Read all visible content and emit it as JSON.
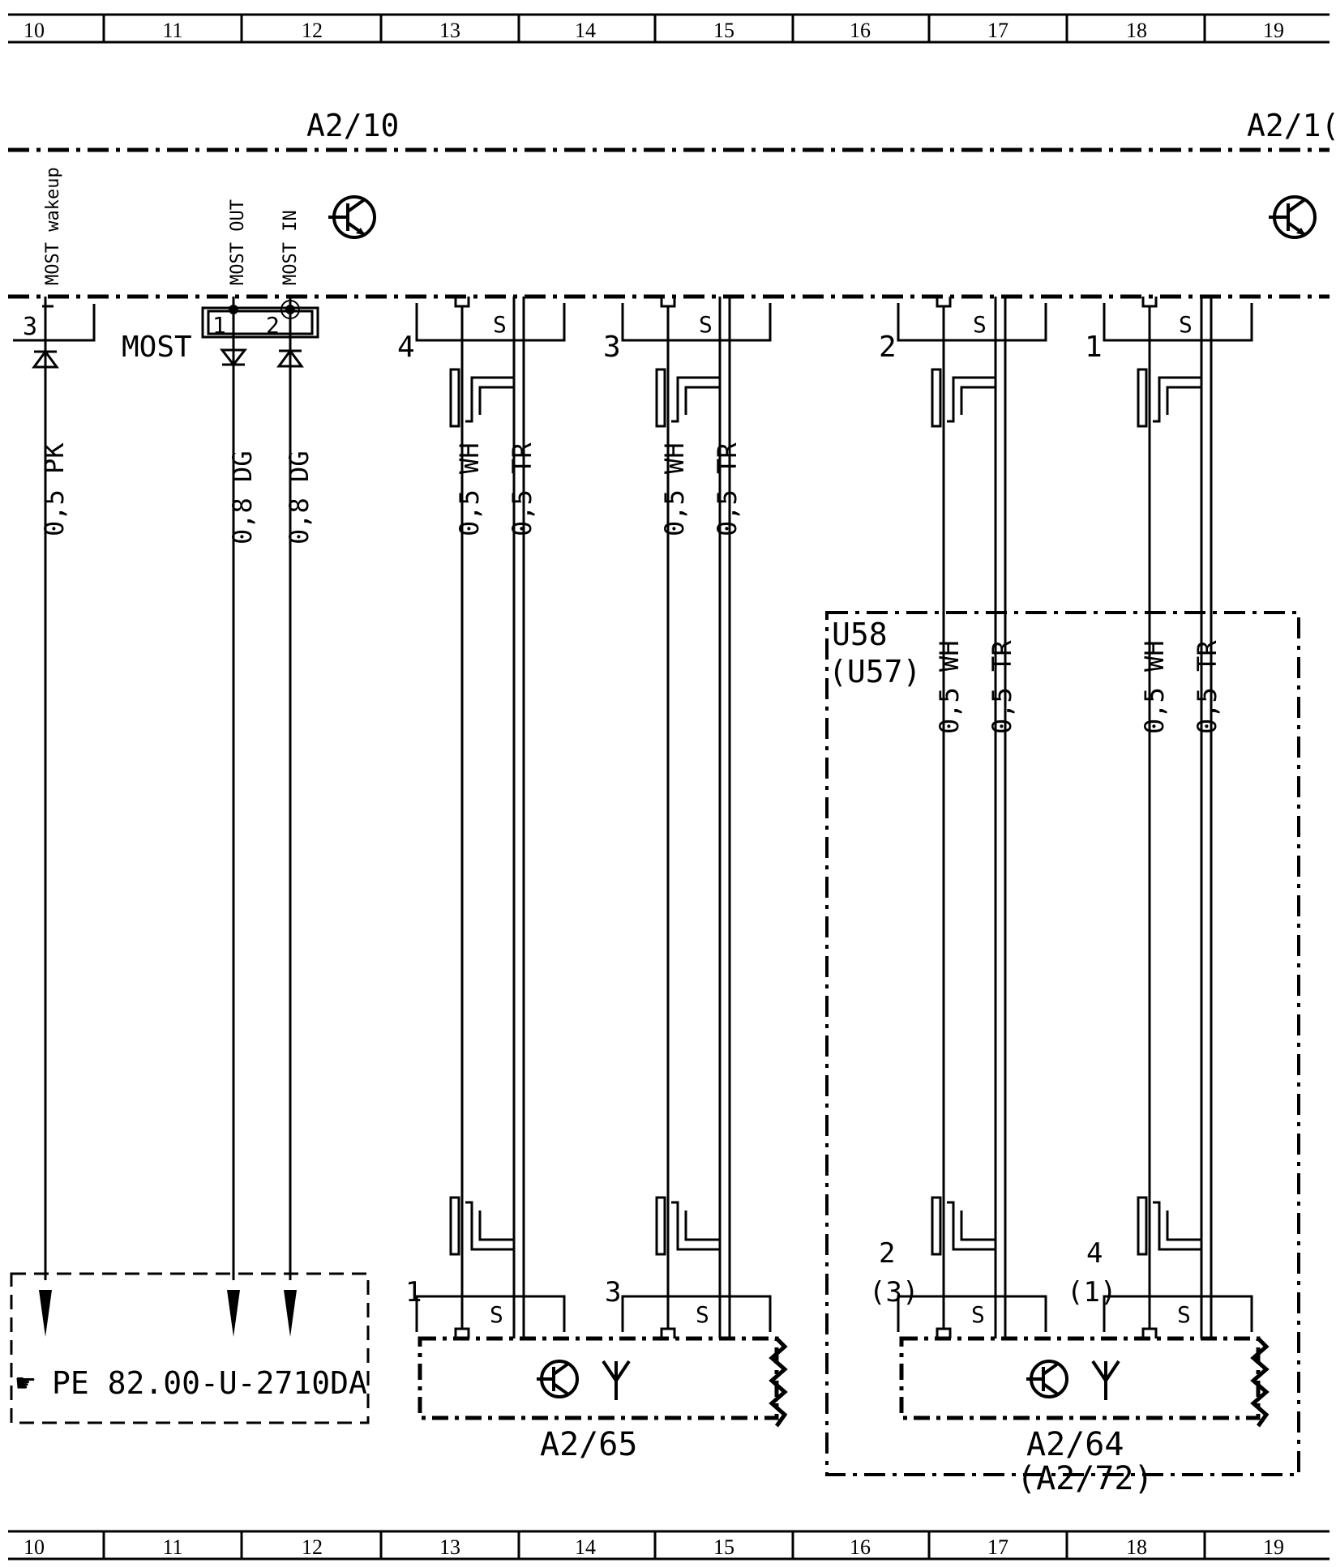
{
  "grid": {
    "columns": [
      "10",
      "11",
      "12",
      "13",
      "14",
      "15",
      "16",
      "17",
      "18",
      "19"
    ]
  },
  "module": {
    "label_left": "A2/10",
    "label_right": "A2/1("
  },
  "pins": {
    "most_wakeup": "MOST wakeup",
    "most_out": "MOST OUT",
    "most_in": "MOST IN",
    "most_group": "MOST",
    "p3": "3",
    "pin1": "1",
    "pin2": "2"
  },
  "connectors_top": [
    {
      "num": "4",
      "shield": "S"
    },
    {
      "num": "3",
      "shield": "S"
    },
    {
      "num": "2",
      "shield": "S"
    },
    {
      "num": "1",
      "shield": "S"
    }
  ],
  "wires": {
    "pk": "0,5 PK",
    "dg1": "0,8 DG",
    "dg2": "0,8 DG",
    "wh": "0,5 WH",
    "tr": "0,5 TR"
  },
  "reference": {
    "text": "PE 82.00-U-2710DA"
  },
  "option_box": {
    "line1": "U58",
    "line2": "(U57)"
  },
  "components": {
    "a265": {
      "label": "A2/65",
      "pin_left": "1",
      "pin_right": "3",
      "shield": "S"
    },
    "a264": {
      "label": "A2/64",
      "label_alt": "(A2/72)",
      "pin_left": "2",
      "pin_left_alt": "(3)",
      "pin_right": "4",
      "pin_right_alt": "(1)",
      "shield": "S"
    }
  }
}
